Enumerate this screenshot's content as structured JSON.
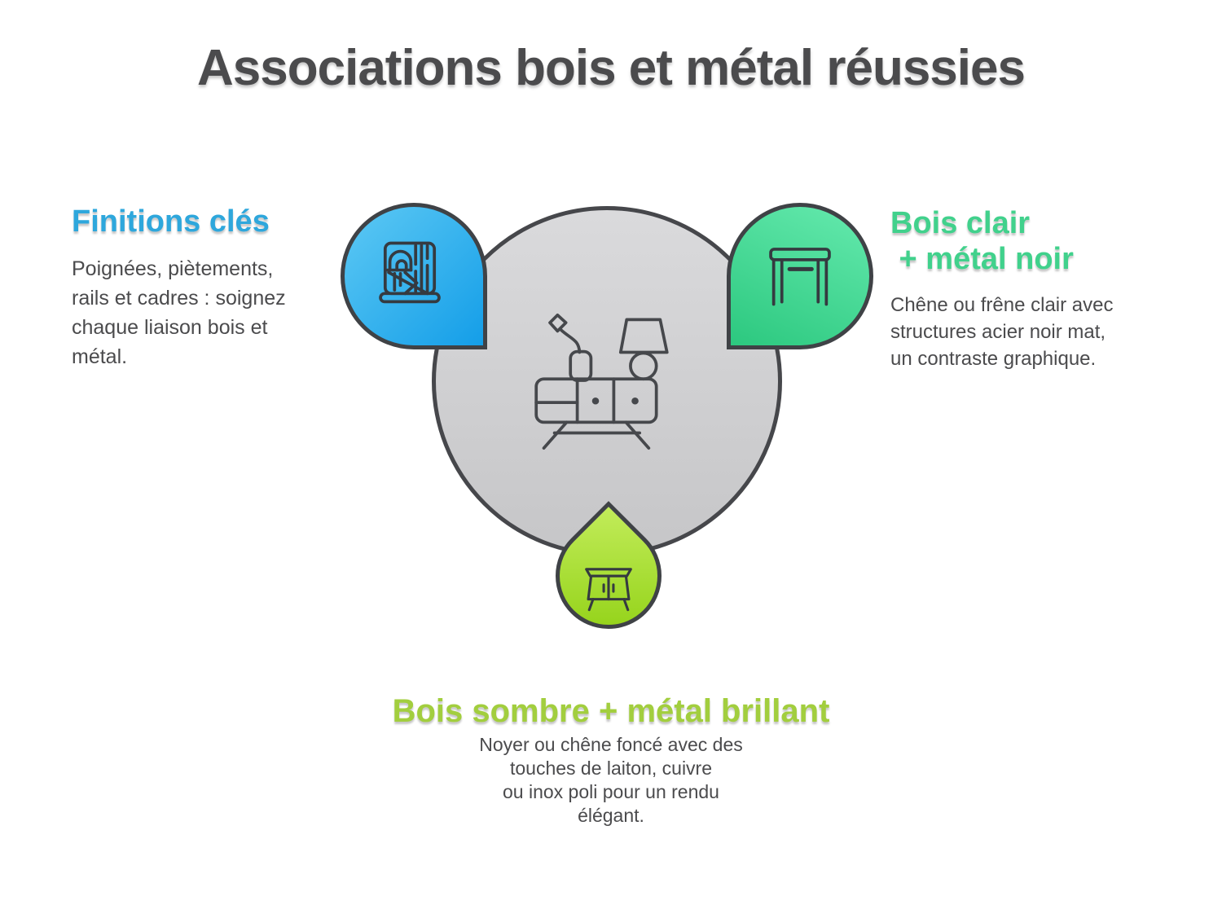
{
  "title": "Associations bois et métal réussies",
  "colors": {
    "title_text": "#4b4b4d",
    "body_text": "#4b4b4d",
    "blue_accent": "#2ea7dc",
    "green_accent": "#41d18c",
    "lime_accent": "#a2ce3e",
    "pin_blue_gradient": [
      "#5dc9f4",
      "#149ee8"
    ],
    "pin_green_gradient": [
      "#65eaae",
      "#2cc87f"
    ],
    "pin_lime_gradient": [
      "#c2ec5a",
      "#8fd012"
    ],
    "circle_fill": "#cdcdcf",
    "outline": "#46474b"
  },
  "icons": {
    "center": "sideboard-lamp-icon",
    "finitions": "wood-panel-icon",
    "light_wood": "console-table-icon",
    "dark_wood": "cabinet-icon"
  },
  "callouts": {
    "finitions": {
      "heading": "Finitions clés",
      "body_lines": [
        "Poignées, piètements,",
        "rails et cadres : soignez",
        "chaque liaison bois et",
        "métal."
      ]
    },
    "light_wood": {
      "heading_lines": [
        "Bois clair",
        " + métal noir"
      ],
      "body_lines": [
        "Chêne ou frêne clair avec",
        "structures acier noir mat,",
        "un contraste graphique."
      ]
    },
    "dark_wood": {
      "heading": "Bois sombre + métal brillant",
      "body_lines": [
        "Noyer ou chêne foncé avec des",
        "touches de laiton, cuivre",
        "ou inox poli pour un rendu",
        "élégant."
      ]
    }
  }
}
